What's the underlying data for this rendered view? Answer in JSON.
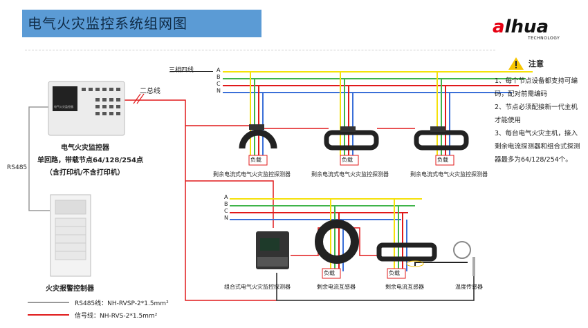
{
  "header": {
    "title": "电气火灾监控系统组网图",
    "logo": "alhua",
    "logo_sub": "TECHNOLOGY"
  },
  "notes": {
    "title": "注意",
    "items": [
      "1、每个节点设备都支持可编码，配对前需编码",
      "2、节点必须配接新一代主机才能使用",
      "3、每台电气火灾主机，接入剩余电流探测器和组合式探测器最多为64/128/254个。"
    ]
  },
  "host": {
    "name": "电气火灾监控器",
    "spec": "单回路，带载节点64/128/254点",
    "printer": "（含打印机/不含打印机）",
    "screen_label": "电气火灾监控器"
  },
  "controller": {
    "name": "火灾报警控制器"
  },
  "wiring": {
    "rs485": "RS485",
    "bus": "二总线",
    "three_phase": "三相四线",
    "phases": [
      "A",
      "B",
      "C",
      "N"
    ]
  },
  "detectors_top": [
    {
      "load": "负载",
      "name": "剩余电流式电气火灾监控探测器"
    },
    {
      "load": "负载",
      "name": "剩余电流式电气火灾监控探测器"
    },
    {
      "load": "负载",
      "name": "剩余电流式电气火灾监控探测器"
    }
  ],
  "bottom": {
    "combined": "组合式电气火灾监控探测器",
    "ct1_load": "负载",
    "ct1": "剩余电流互感器",
    "ct2_load": "负载",
    "ct2": "剩余电流互感器",
    "temp": "温度传感器"
  },
  "legend": [
    {
      "label": "RS485线：NH-RVSP-2*1.5mm²",
      "color": "#999999"
    },
    {
      "label": "信号线：NH-RVS-2*1.5mm²",
      "color": "#e0191a"
    }
  ],
  "colors": {
    "phase_a": "#f5e10a",
    "phase_b": "#3fb44a",
    "phase_c": "#e0191a",
    "phase_n": "#3a6fd8",
    "title_bg": "#5b9bd5"
  }
}
